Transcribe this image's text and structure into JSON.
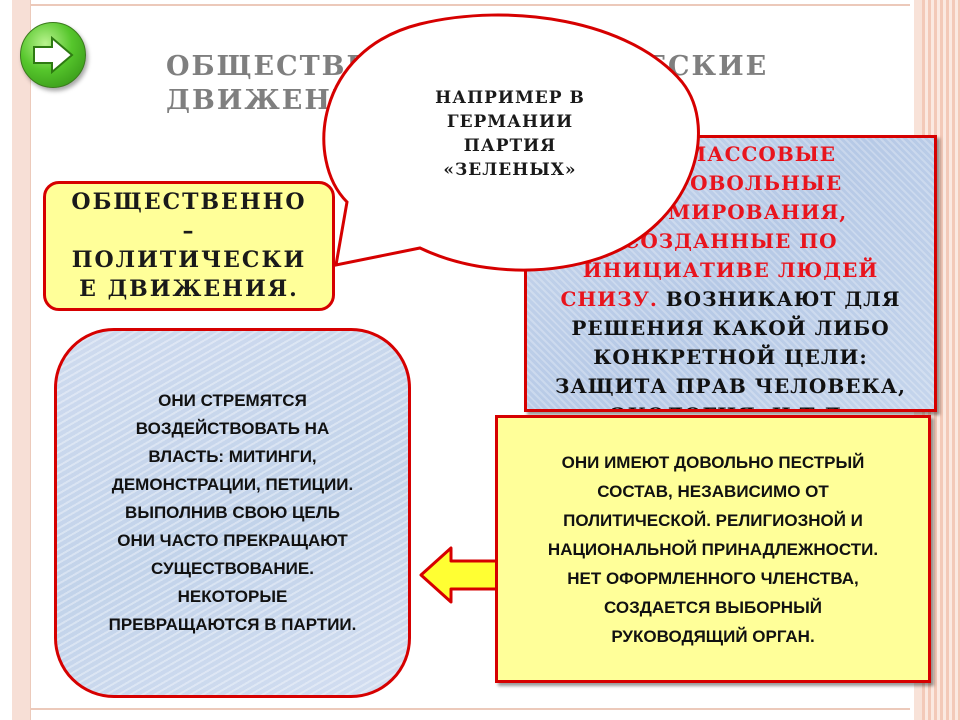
{
  "title": {
    "lines": [
      "ОБЩЕСТВЕННО-ПОЛИТИЧЕСКИЕ",
      "ДВИЖЕНИЯ"
    ]
  },
  "term": {
    "lines": [
      "ОБЩЕСТВЕННО",
      "–",
      "ПОЛИТИЧЕСКИ",
      "Е ДВИЖЕНИЯ."
    ]
  },
  "bubble": {
    "lines": [
      "НАПРИМЕР В",
      "ГЕРМАНИИ",
      "ПАРТИЯ",
      "«ЗЕЛЕНЫХ»"
    ]
  },
  "definition": {
    "red_lines": [
      "ЭТО МАССОВЫЕ",
      "ДОБРОВОЛЬНЫЕ",
      "ФОРМИРОВАНИЯ,",
      "СОЗДАННЫЕ ПО",
      "ИНИЦИАТИВЕ ЛЮДЕЙ",
      "СНИЗУ."
    ],
    "black_tail": " ВОЗНИКАЮТ ДЛЯ",
    "black_lines": [
      "РЕШЕНИЯ   КАКОЙ ЛИБО",
      "КОНКРЕТНОЙ  ЦЕЛИ:",
      "ЗАЩИТА ПРАВ ЧЕЛОВЕКА,",
      "ЭКОЛОГИЯ, И Т.Д."
    ]
  },
  "goals": {
    "lines": [
      "ОНИ СТРЕМЯТСЯ",
      "ВОЗДЕЙСТВОВАТЬ НА",
      "ВЛАСТЬ: МИТИНГИ,",
      "ДЕМОНСТРАЦИИ, ПЕТИЦИИ.",
      "ВЫПОЛНИВ СВОЮ ЦЕЛЬ",
      "ОНИ ЧАСТО ПРЕКРАЩАЮТ",
      "СУЩЕСТВОВАНИЕ.",
      "НЕКОТОРЫЕ",
      "ПРЕВРАЩАЮТСЯ В ПАРТИИ."
    ]
  },
  "composition": {
    "lines": [
      "ОНИ ИМЕЮТ ДОВОЛЬНО ПЕСТРЫЙ",
      "СОСТАВ, НЕЗАВИСИМО ОТ",
      "ПОЛИТИЧЕСКОЙ. РЕЛИГИОЗНОЙ И",
      "НАЦИОНАЛЬНОЙ  ПРИНАДЛЕЖНОСТИ.",
      "НЕТ ОФОРМЛЕННОГО ЧЛЕНСТВА,",
      "СОЗДАЕТСЯ ВЫБОРНЫЙ",
      "РУКОВОДЯЩИЙ  ОРГАН."
    ]
  },
  "icons": {
    "nav": "right-arrow-icon",
    "connector": "left-arrow-icon"
  },
  "colors": {
    "accent_red": "#d60000",
    "highlight_yellow": "#ffff99",
    "panel_blue": "#c2d3ea",
    "nav_green": "#56c62c",
    "arrow_yellow": "#ffff33"
  }
}
